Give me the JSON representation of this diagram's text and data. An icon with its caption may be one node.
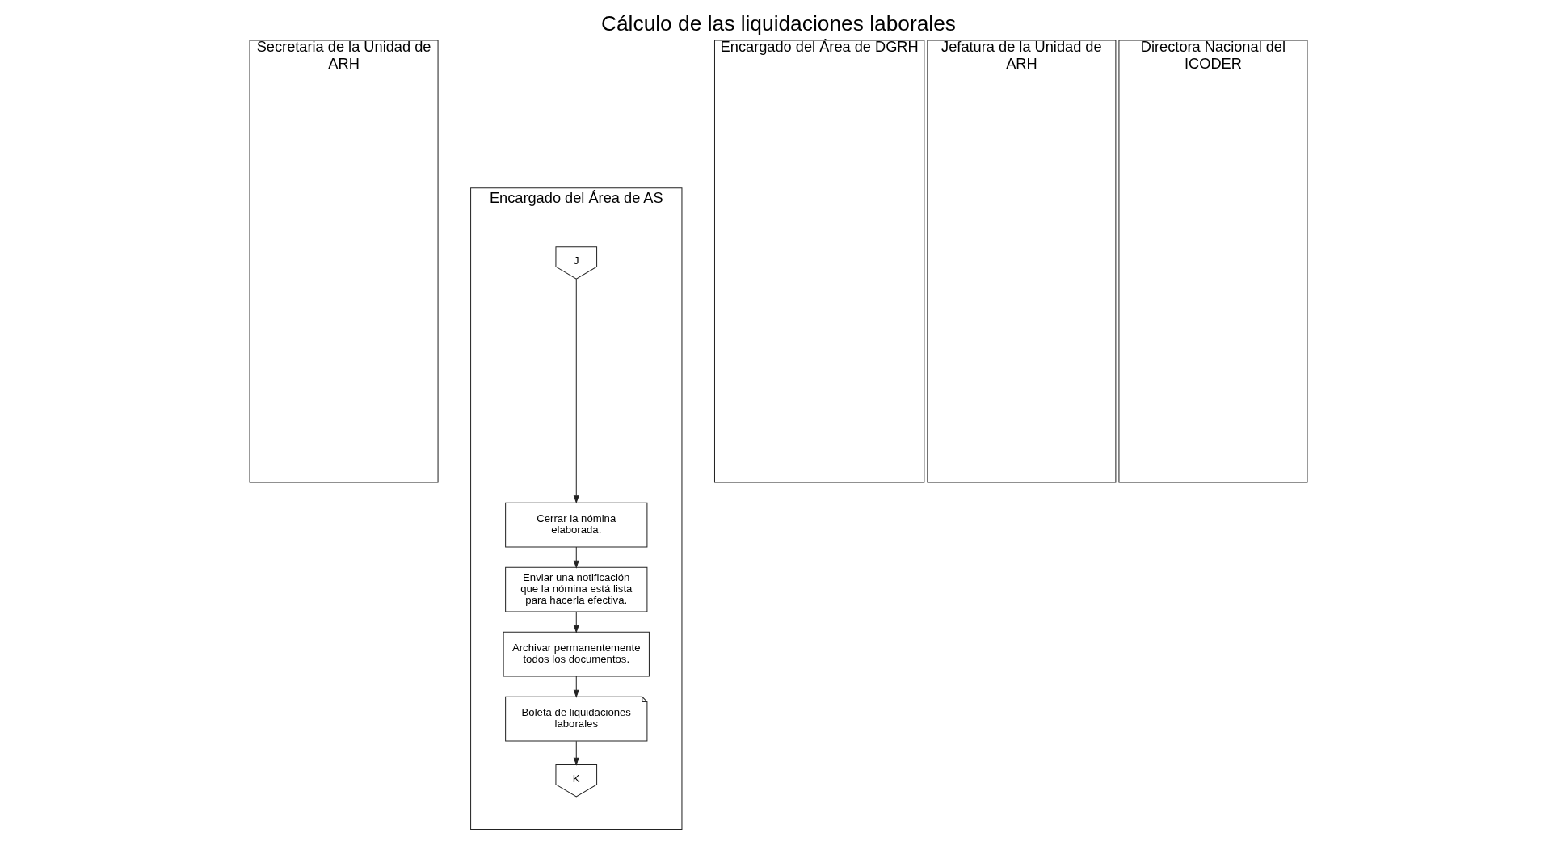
{
  "diagram": {
    "title": "Cálculo de las liquidaciones laborales",
    "nodes": [
      {
        "text": [
          "Secretaria de la Unidad de ARH"
        ]
      },
      {
        "text": [
          "Encargado del Área de AS"
        ]
      },
      {
        "text": [
          "Encargado del Área de DGRH"
        ]
      },
      {
        "text": [
          "Jefatura de la Unidad de ARH"
        ]
      },
      {
        "text": [
          "Directora Nacional del ICODER"
        ]
      },
      {
        "text": [
          "J"
        ],
        "in": 1
      },
      {
        "text": [
          "Cerrar la nómina elaborada."
        ],
        "in": 1
      },
      {
        "text": [
          "Enviar una notificación que la nómina está lista para hacerla efectiva."
        ],
        "in": 1
      },
      {
        "text": [
          "Archivar permanentemente todos los documentos."
        ],
        "in": 1
      },
      {
        "text": [
          "Boleta de liquidaciones laborales"
        ],
        "in": 1
      },
      {
        "text": [
          "K"
        ],
        "in": 1
      }
    ],
    "edges": [
      {
        "from": 5,
        "to": 6,
        "arrow": "to"
      },
      {
        "from": 6,
        "to": 7,
        "arrow": "to"
      },
      {
        "from": 7,
        "to": 8,
        "arrow": "to"
      },
      {
        "from": 8,
        "to": 9,
        "arrow": "to"
      },
      {
        "from": 9,
        "to": 10,
        "arrow": "to"
      }
    ]
  }
}
